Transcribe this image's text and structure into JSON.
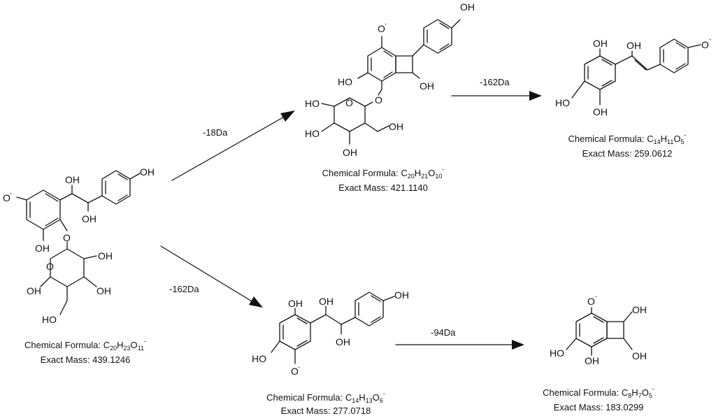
{
  "atoms": {
    "hydroxyl": "OH",
    "ho": "HO",
    "oxygen": "O",
    "oxide": "O",
    "minus": "-"
  },
  "compounds": [
    {
      "id": "c439",
      "formula_prefix": "Chemical Formula: ",
      "formula_parts": [
        "C",
        "20",
        "H",
        "23",
        "O",
        "11"
      ],
      "charge": "-",
      "mass_prefix": "Exact Mass: ",
      "mass": "439.1246"
    },
    {
      "id": "c421",
      "formula_prefix": "Chemical Formula: ",
      "formula_parts": [
        "C",
        "20",
        "H",
        "21",
        "O",
        "10"
      ],
      "charge": "-",
      "mass_prefix": "Exact Mass: ",
      "mass": "421.1140"
    },
    {
      "id": "c259",
      "formula_prefix": "Chemical Formula: ",
      "formula_parts": [
        "C",
        "14",
        "H",
        "11",
        "O",
        "5"
      ],
      "charge": "-",
      "mass_prefix": "Exact Mass: ",
      "mass": "259.0612"
    },
    {
      "id": "c277",
      "formula_prefix": "Chemical Formula: ",
      "formula_parts": [
        "C",
        "14",
        "H",
        "13",
        "O",
        "6"
      ],
      "charge": "-",
      "mass_prefix": "Exact Mass: ",
      "mass": "277.0718"
    },
    {
      "id": "c183",
      "formula_prefix": "Chemical Formula: ",
      "formula_parts": [
        "C",
        "8",
        "H",
        "7",
        "O",
        "5"
      ],
      "charge": "-",
      "mass_prefix": "Exact Mass: ",
      "mass": "183.0299"
    }
  ],
  "transitions": [
    {
      "id": "t1",
      "from": "c439",
      "to": "c421",
      "label": "-18Da"
    },
    {
      "id": "t2",
      "from": "c421",
      "to": "c259",
      "label": "-162Da"
    },
    {
      "id": "t3",
      "from": "c439",
      "to": "c277",
      "label": "-162Da"
    },
    {
      "id": "t4",
      "from": "c277",
      "to": "c183",
      "label": "-94Da"
    }
  ]
}
